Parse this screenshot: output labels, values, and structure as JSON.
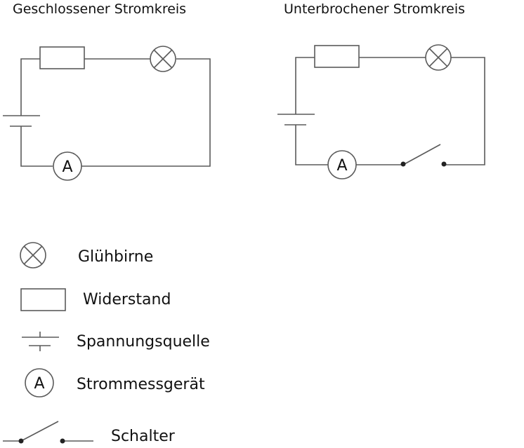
{
  "diagram": {
    "circuits": [
      {
        "id": "closed",
        "title": "Geschlossener Stromkreis",
        "switch_open": false,
        "meter_symbol": "A"
      },
      {
        "id": "open",
        "title": "Unterbrochener Stromkreis",
        "switch_open": true,
        "meter_symbol": "A"
      }
    ],
    "legend": {
      "items": [
        {
          "symbol": "lamp-icon",
          "label": "Glühbirne"
        },
        {
          "symbol": "resistor-icon",
          "label": "Widerstand"
        },
        {
          "symbol": "voltage-source-icon",
          "label": "Spannungsquelle"
        },
        {
          "symbol": "ammeter-icon",
          "label": "Strommessgerät",
          "meter_symbol": "A"
        },
        {
          "symbol": "switch-icon",
          "label": "Schalter"
        }
      ]
    },
    "colors": {
      "line": "#5a5a5a",
      "text": "#111111",
      "background": "#ffffff"
    }
  }
}
